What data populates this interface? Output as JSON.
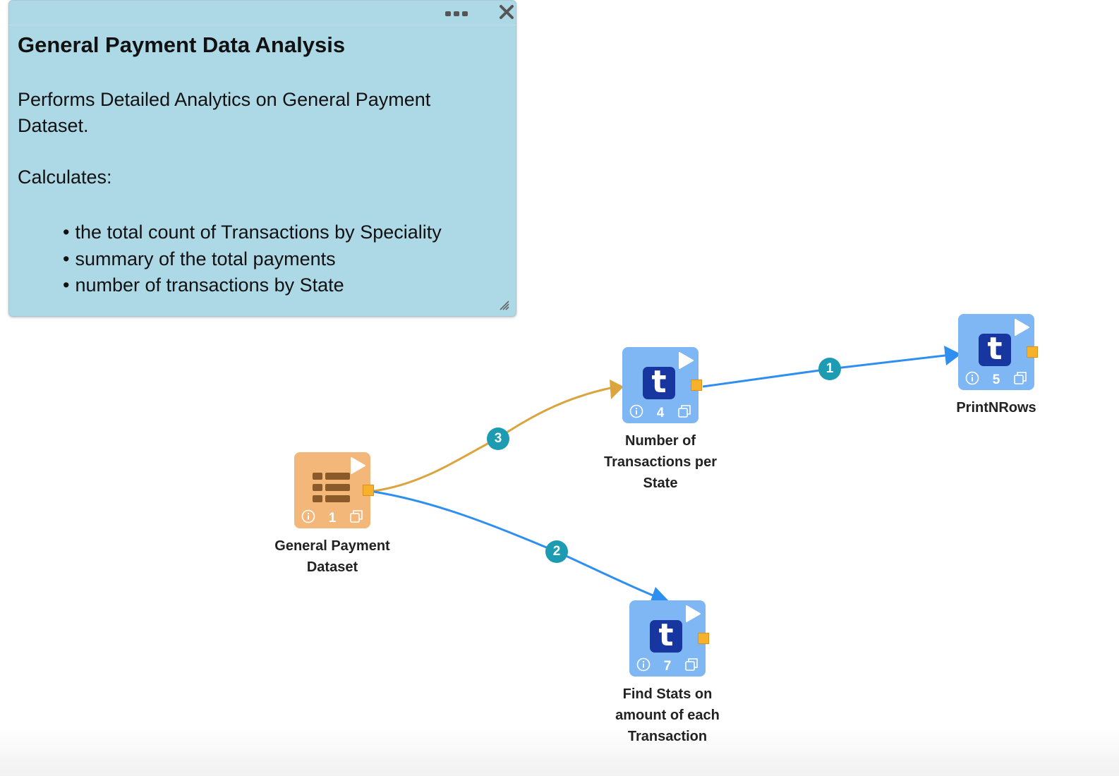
{
  "note": {
    "title": "General Payment Data Analysis",
    "description": "Performs Detailed Analytics on General Payment Dataset.",
    "calculates_label": "Calculates:",
    "bullets": [
      "the total count of Transactions by Speciality",
      "summary of the total payments",
      "number of transactions by State"
    ]
  },
  "nodes": {
    "dataset": {
      "number": "1",
      "label": "General Payment Dataset",
      "color": "#f2b779"
    },
    "txn_per_state": {
      "number": "4",
      "label": "Number of Transactions per State",
      "color": "#7fb7f5"
    },
    "print_rows": {
      "number": "5",
      "label": "PrintNRows",
      "color": "#7fb7f5"
    },
    "find_stats": {
      "number": "7",
      "label": "Find Stats on amount of each Transaction",
      "color": "#7fb7f5"
    }
  },
  "edges": {
    "edge_1": {
      "badge": "1",
      "color": "#2f8ff0"
    },
    "edge_2": {
      "badge": "2",
      "color": "#2f8ff0"
    },
    "edge_3": {
      "badge": "3",
      "color": "#dba43c"
    }
  },
  "icons": {
    "transform_letter": "t"
  }
}
